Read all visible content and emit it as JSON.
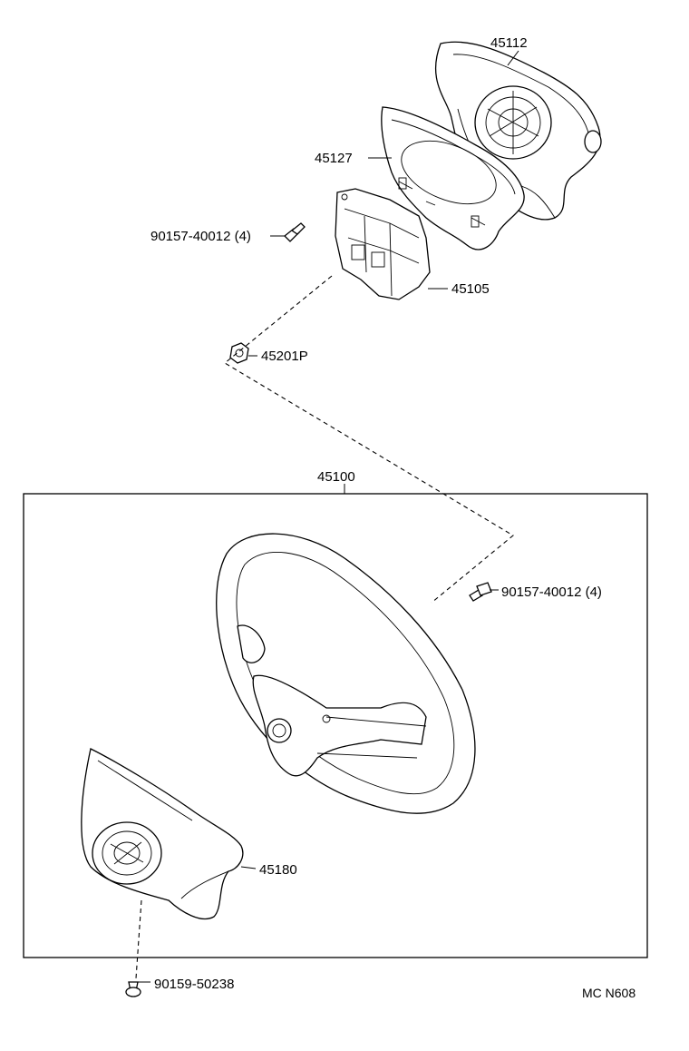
{
  "diagram": {
    "colors": {
      "line": "#000000",
      "background": "#ffffff"
    },
    "callouts": {
      "p45112": "45112",
      "p45127": "45127",
      "p90157_top": "90157-40012 (4)",
      "p45105": "45105",
      "p45201p": "45201P",
      "p45100": "45100",
      "p90157_right": "90157-40012 (4)",
      "p45180": "45180",
      "p90159": "90159-50238"
    },
    "code": "MC N608"
  }
}
